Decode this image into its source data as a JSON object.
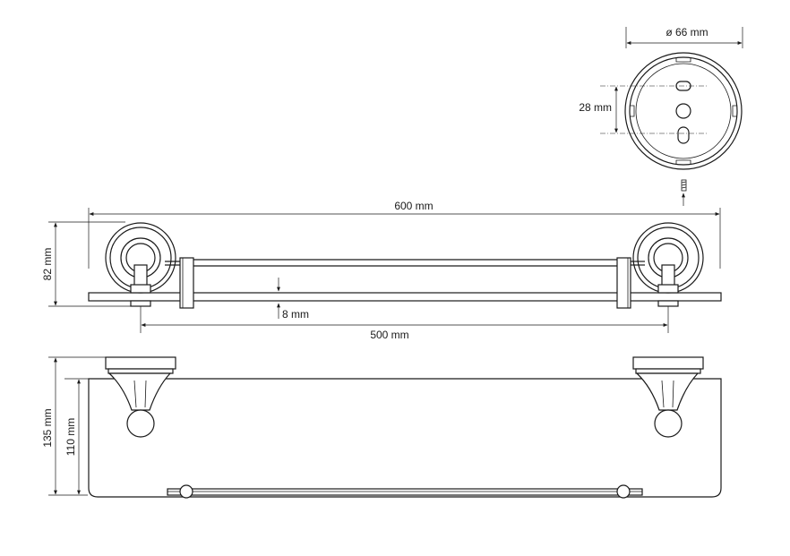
{
  "dimensions": {
    "rosette_diameter": "ø 66 mm",
    "hole_spacing": "28 mm",
    "total_width": "600 mm",
    "height": "82 mm",
    "glass_thickness": "8 mm",
    "bracket_spacing": "500 mm",
    "total_depth": "135 mm",
    "glass_depth": "110 mm"
  },
  "colors": {
    "line": "#1a1a1a",
    "background": "#ffffff"
  }
}
